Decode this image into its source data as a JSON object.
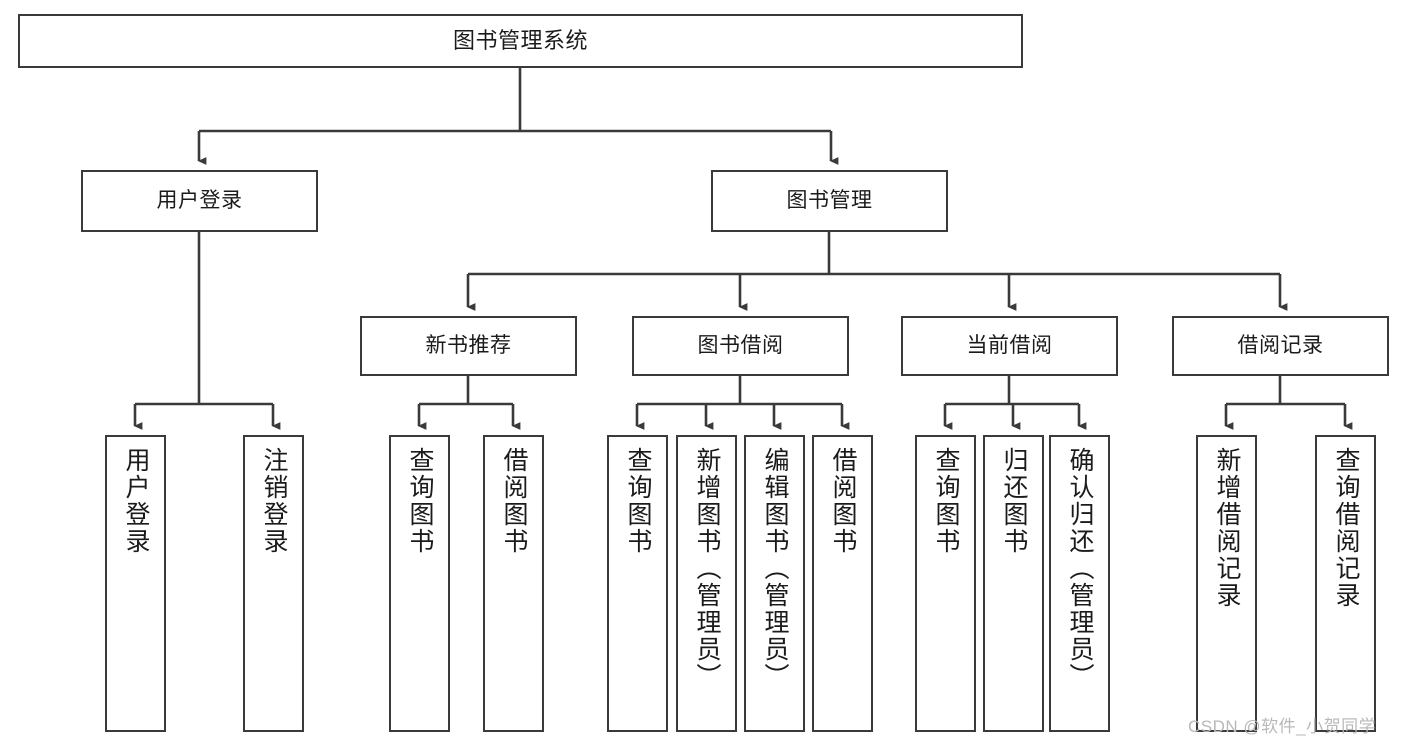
{
  "diagram": {
    "title": "图书管理系统",
    "type": "hierarchy-tree",
    "root": {
      "label": "图书管理系统"
    },
    "level2": [
      {
        "label": "用户登录"
      },
      {
        "label": "图书管理"
      }
    ],
    "level3": [
      {
        "label": "新书推荐"
      },
      {
        "label": "图书借阅"
      },
      {
        "label": "当前借阅"
      },
      {
        "label": "借阅记录"
      }
    ],
    "leaves": {
      "user_login": [
        {
          "label": "用户登录"
        },
        {
          "label": "注销登录"
        }
      ],
      "new_book_recommend": [
        {
          "label": "查询图书"
        },
        {
          "label": "借阅图书"
        }
      ],
      "book_borrow": [
        {
          "label": "查询图书"
        },
        {
          "label": "新增图书（管理员）"
        },
        {
          "label": "编辑图书（管理员）"
        },
        {
          "label": "借阅图书"
        }
      ],
      "current_borrow": [
        {
          "label": "查询图书"
        },
        {
          "label": "归还图书"
        },
        {
          "label": "确认归还（管理员）"
        }
      ],
      "borrow_records": [
        {
          "label": "新增借阅记录"
        },
        {
          "label": "查询借阅记录"
        }
      ]
    }
  },
  "watermark": {
    "text": "CSDN @软件_小贺同学"
  },
  "colors": {
    "stroke": "#3a3a3a",
    "fill": "#ffffff",
    "text": "#1b1b1b",
    "watermark": "#b9b9b9"
  }
}
